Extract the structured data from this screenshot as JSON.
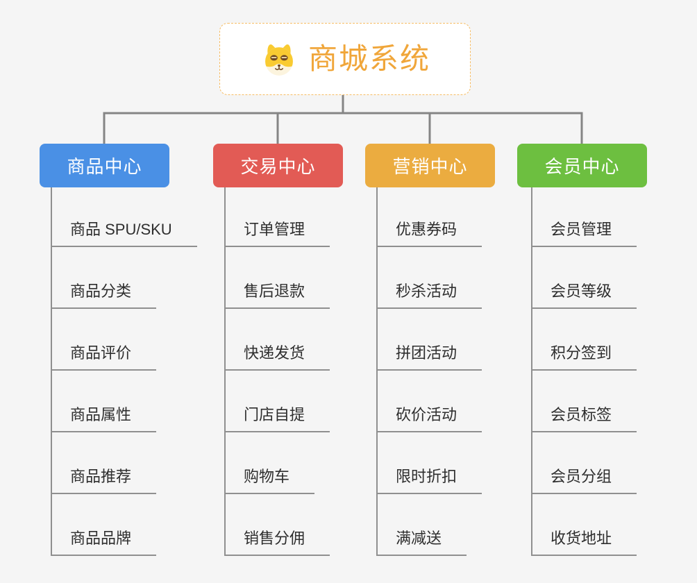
{
  "root": {
    "title": "商城系统",
    "icon": "shiba-dog-icon",
    "title_color": "#F0A63A",
    "border_color": "#F6BC63",
    "background": "#FFFFFF"
  },
  "connectors": {
    "color": "#858585",
    "subline_color": "#8F8F8F"
  },
  "branches": [
    {
      "label": "商品中心",
      "color": "#4A90E5",
      "items": [
        "商品 SPU/SKU",
        "商品分类",
        "商品评价",
        "商品属性",
        "商品推荐",
        "商品品牌"
      ]
    },
    {
      "label": "交易中心",
      "color": "#E25B55",
      "items": [
        "订单管理",
        "售后退款",
        "快递发货",
        "门店自提",
        "购物车",
        "销售分佣"
      ]
    },
    {
      "label": "营销中心",
      "color": "#EBAC40",
      "items": [
        "优惠券码",
        "秒杀活动",
        "拼团活动",
        "砍价活动",
        "限时折扣",
        "满减送"
      ]
    },
    {
      "label": "会员中心",
      "color": "#6DBF40",
      "items": [
        "会员管理",
        "会员等级",
        "积分签到",
        "会员标签",
        "会员分组",
        "收货地址"
      ]
    }
  ]
}
